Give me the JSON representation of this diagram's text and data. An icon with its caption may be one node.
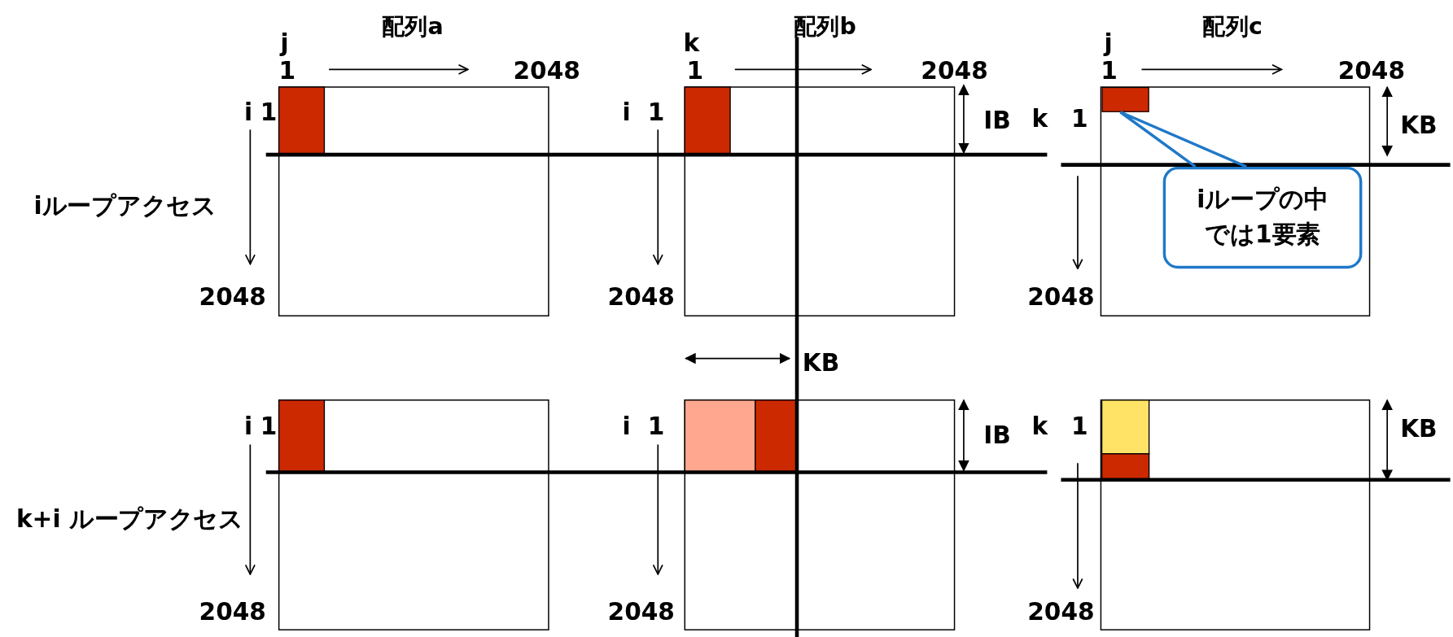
{
  "diagram": {
    "nodes": [
      {
        "text": [
          "iループの中では1要素"
        ]
      },
      {
        "text": [],
        "shape": "box"
      }
    ],
    "edges": [
      {
        "from": 0,
        "to": 1,
        "arrow": "none",
        "color": "#1f78c8"
      }
    ],
    "labels": [
      "配列a",
      "配列b",
      "配列c",
      "j",
      "k",
      "j",
      "1",
      "2048",
      "1",
      "2048",
      "1",
      "2048",
      "i",
      "1",
      "i",
      "1",
      "IB",
      "k",
      "1",
      "KB",
      "iループアクセス",
      "2048",
      "2048",
      "2048",
      "KB",
      "i",
      "1",
      "i",
      "1",
      "IB",
      "k",
      "1",
      "KB",
      "k+i ループアクセス",
      "2048",
      "2048",
      "2048"
    ]
  }
}
